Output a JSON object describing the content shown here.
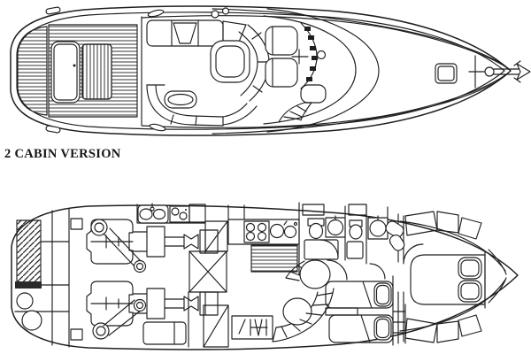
{
  "caption": "2 CABIN VERSION",
  "palette": {
    "background": "#ffffff",
    "ink": "#1f1f1f"
  },
  "figure": {
    "type": "yacht-floorplan-line-drawing",
    "views": [
      {
        "name": "deck-plan",
        "position": "top",
        "bow_direction": "right"
      },
      {
        "name": "accommodation-plan",
        "position": "bottom",
        "bow_direction": "right"
      }
    ]
  }
}
